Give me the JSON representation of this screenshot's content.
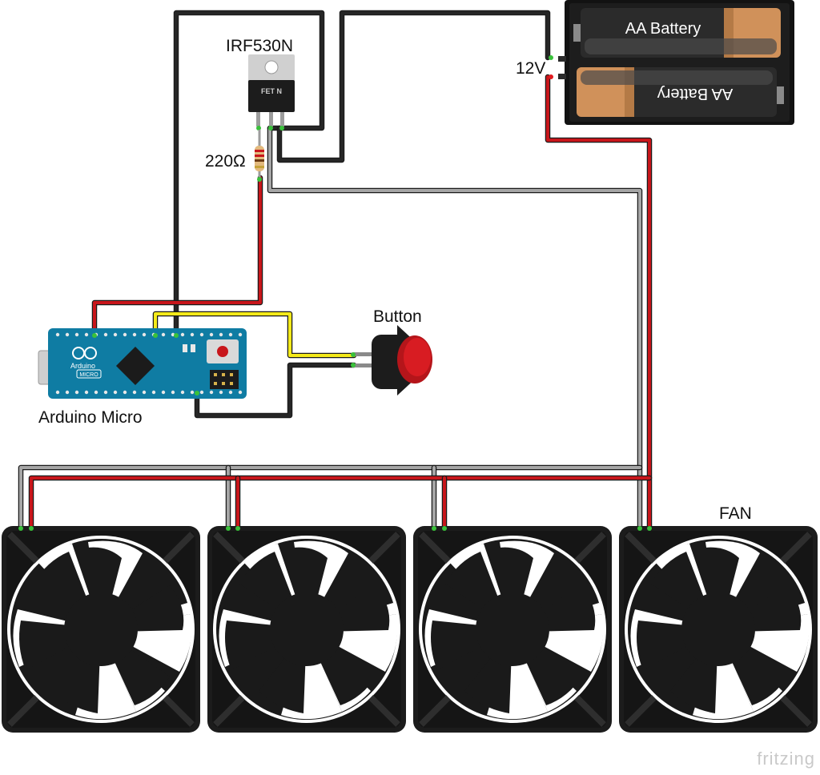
{
  "labels": {
    "mosfet": "IRF530N",
    "mosfet_marking": "FET N",
    "resistor": "220Ω",
    "battery_voltage": "12V",
    "battery_top": "AA Battery",
    "battery_bottom": "AA Battery",
    "button": "Button",
    "arduino": "Arduino Micro",
    "arduino_logo_text": "Arduino",
    "arduino_model": "MICRO",
    "fan": "FAN",
    "watermark": "fritzing"
  },
  "components": {
    "fans": [
      "fan-1",
      "fan-2",
      "fan-3",
      "fan-4"
    ]
  },
  "wire_colors": {
    "power": "#c8161b",
    "ground": "#a6a6a6",
    "signal_black": "#262626",
    "button_signal": "#f4ea1a"
  },
  "board_color": "#0f7ca3"
}
